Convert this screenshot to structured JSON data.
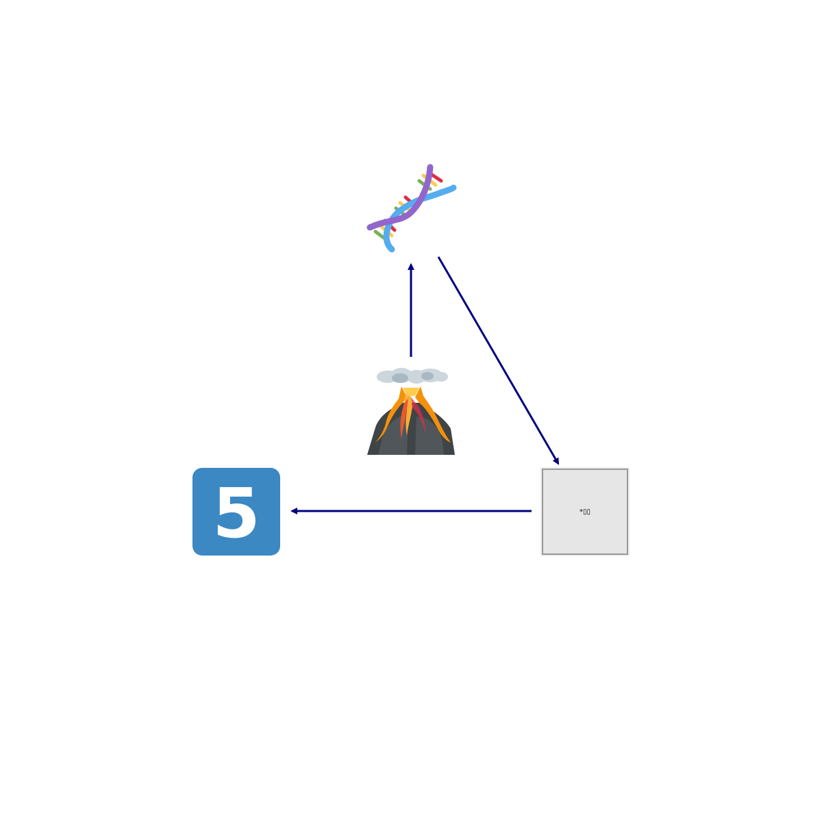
{
  "diagram": {
    "nodes": [
      {
        "id": "dna",
        "icon": "dna-icon",
        "label": ""
      },
      {
        "id": "volcano",
        "icon": "volcano-icon",
        "label": ""
      },
      {
        "id": "keycap",
        "icon": "keycap-5-icon",
        "label": "5"
      },
      {
        "id": "missing",
        "icon": "missing-glyph-box",
        "label": "*▯▯"
      }
    ],
    "edges": [
      {
        "from": "volcano",
        "to": "dna"
      },
      {
        "from": "dna",
        "to": "missing"
      },
      {
        "from": "missing",
        "to": "keycap"
      }
    ],
    "colors": {
      "arrow": "#000080",
      "keycap_bg": "#3b88c3",
      "keycap_text": "#ffffff",
      "missing_fill": "#e6e6e6",
      "missing_border": "#999999"
    }
  }
}
